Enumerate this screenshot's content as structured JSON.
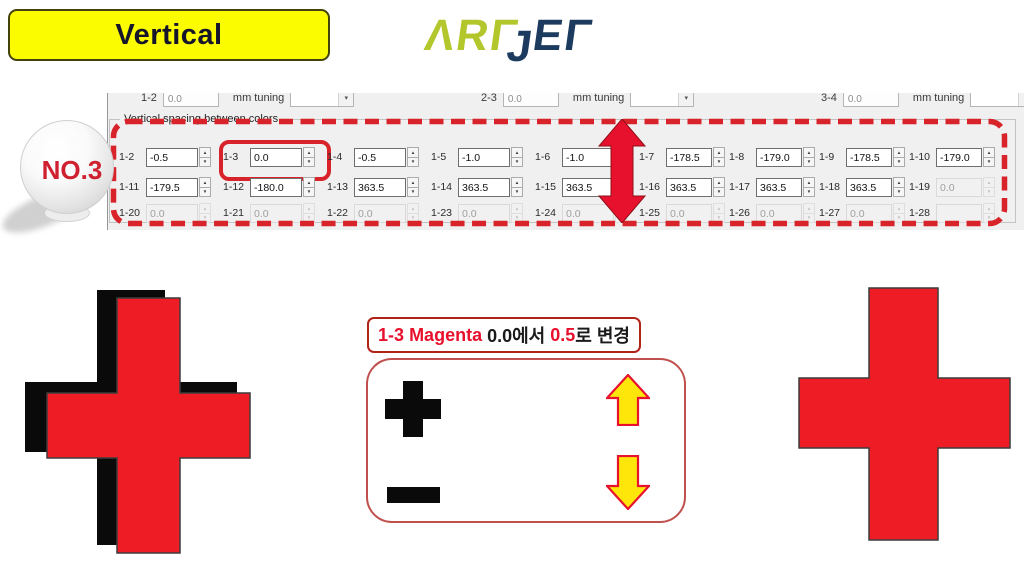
{
  "banner": {
    "label": "Vertical"
  },
  "logo": {
    "part1": "ΛR",
    "part2": "Γ",
    "part3": "J",
    "part4": "EΓ",
    "alt": "ARTJET",
    "green": "#b3c62c",
    "navy": "#1c3b5e"
  },
  "badge": {
    "label": "NO.3"
  },
  "panel": {
    "top_row": {
      "groups": [
        {
          "label": "1-2",
          "value": "0.0",
          "unit": "mm tuning"
        },
        {
          "label": "2-3",
          "value": "0.0",
          "unit": "mm tuning"
        },
        {
          "label": "3-4",
          "value": "0.0",
          "unit": "mm tuning"
        }
      ]
    },
    "group_title": "Vertical spacing between colors",
    "rows": [
      [
        {
          "label": "1-2",
          "value": "-0.5",
          "enabled": true
        },
        {
          "label": "1-3",
          "value": "0.0",
          "enabled": true,
          "highlight": true
        },
        {
          "label": "1-4",
          "value": "-0.5",
          "enabled": true
        },
        {
          "label": "1-5",
          "value": "-1.0",
          "enabled": true
        },
        {
          "label": "1-6",
          "value": "-1.0",
          "enabled": true
        },
        {
          "label": "1-7",
          "value": "-178.5",
          "enabled": true
        },
        {
          "label": "1-8",
          "value": "-179.0",
          "enabled": true
        },
        {
          "label": "1-9",
          "value": "-178.5",
          "enabled": true
        },
        {
          "label": "1-10",
          "value": "-179.0",
          "enabled": true
        }
      ],
      [
        {
          "label": "1-11",
          "value": "-179.5",
          "enabled": true
        },
        {
          "label": "1-12",
          "value": "-180.0",
          "enabled": true
        },
        {
          "label": "1-13",
          "value": "363.5",
          "enabled": true
        },
        {
          "label": "1-14",
          "value": "363.5",
          "enabled": true
        },
        {
          "label": "1-15",
          "value": "363.5",
          "enabled": true
        },
        {
          "label": "1-16",
          "value": "363.5",
          "enabled": true
        },
        {
          "label": "1-17",
          "value": "363.5",
          "enabled": true
        },
        {
          "label": "1-18",
          "value": "363.5",
          "enabled": true
        },
        {
          "label": "1-19",
          "value": "0.0",
          "enabled": false
        }
      ],
      [
        {
          "label": "1-20",
          "value": "0.0",
          "enabled": false
        },
        {
          "label": "1-21",
          "value": "0.0",
          "enabled": false
        },
        {
          "label": "1-22",
          "value": "0.0",
          "enabled": false
        },
        {
          "label": "1-23",
          "value": "0.0",
          "enabled": false
        },
        {
          "label": "1-24",
          "value": "0.0",
          "enabled": false
        },
        {
          "label": "1-25",
          "value": "0.0",
          "enabled": false
        },
        {
          "label": "1-26",
          "value": "0.0",
          "enabled": false
        },
        {
          "label": "1-27",
          "value": "0.0",
          "enabled": false
        },
        {
          "label": "1-28",
          "value": "",
          "enabled": false
        }
      ]
    ]
  },
  "annotation": {
    "red1": "1-3 Magenta ",
    "black1": "0.0에서 ",
    "red2": "0.5",
    "black2": "로 변경"
  },
  "icons": {
    "chevron_down": "▾",
    "spin_up": "▲",
    "spin_down": "▼"
  },
  "colors": {
    "accent_red": "#e8112d",
    "dash_red": "#d8232a",
    "banner_yellow": "#fcfc00",
    "arrow_yellow": "#ffe60a",
    "cross_red": "#ee1c25",
    "cross_black": "#0a0a0a"
  }
}
